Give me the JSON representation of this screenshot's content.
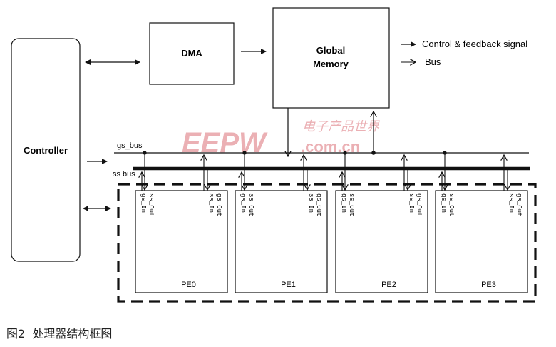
{
  "blocks": {
    "controller": "Controller",
    "dma": "DMA",
    "memory_line1": "Global",
    "memory_line2": "Memory"
  },
  "legend": {
    "control": "Control  & feedback signal",
    "bus": "Bus"
  },
  "buses": {
    "gs": "gs_bus",
    "ss": "ss  bus"
  },
  "pe_units": [
    {
      "label": "PE0"
    },
    {
      "label": "PE1"
    },
    {
      "label": "PE2"
    },
    {
      "label": "PE3"
    }
  ],
  "ports": {
    "ss_out": "ss_Out",
    "gs_in": "gs_In",
    "gs_out": "gs_Out",
    "ss_in": "ss_In"
  },
  "watermark": {
    "brand": "EEPW",
    "domain": ".com.cn",
    "chinese": "电子产品世界"
  },
  "caption": "图2  处理器结构框图",
  "colors": {
    "line": "#111111",
    "watermark": "#e8a3a8"
  }
}
